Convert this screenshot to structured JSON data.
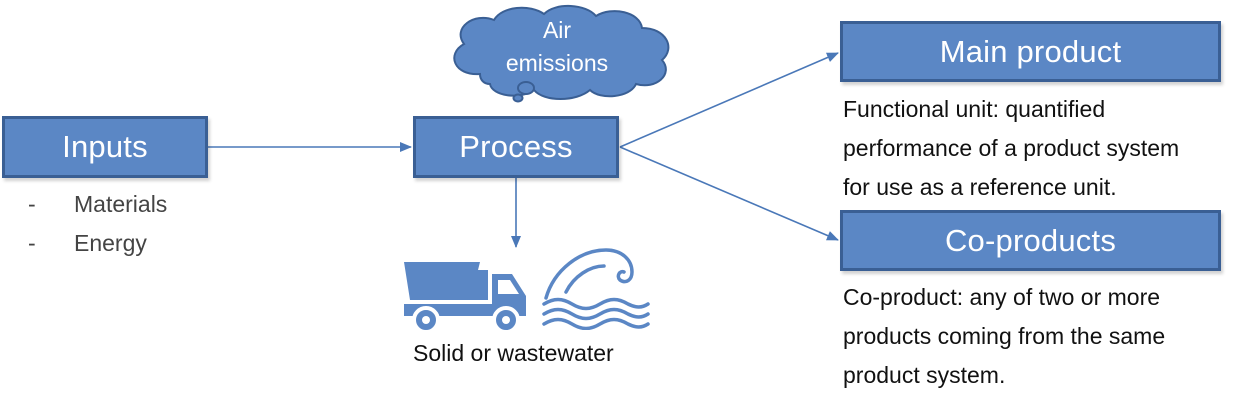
{
  "colors": {
    "box_fill": "#5b87c5",
    "box_border": "#3a5f94",
    "arrow": "#4a78b8",
    "cloud_fill": "#5b87c5",
    "icon": "#5b87c5"
  },
  "boxes": {
    "inputs": "Inputs",
    "process": "Process",
    "main_product": "Main product",
    "co_products": "Co-products"
  },
  "inputs_list": [
    {
      "bullet": "-",
      "text": "Materials"
    },
    {
      "bullet": "-",
      "text": "Energy"
    }
  ],
  "air_emissions": {
    "line1": "Air",
    "line2": "emissions"
  },
  "waste_label": "Solid or wastewater",
  "main_product_desc": [
    "Functional unit: quantified",
    "performance of a product system",
    "for use as a reference unit."
  ],
  "co_products_desc": [
    "Co-product: any of two or more",
    "products coming from the same",
    "product system."
  ],
  "icons": [
    "cloud-icon",
    "dump-truck-icon",
    "wave-icon"
  ]
}
